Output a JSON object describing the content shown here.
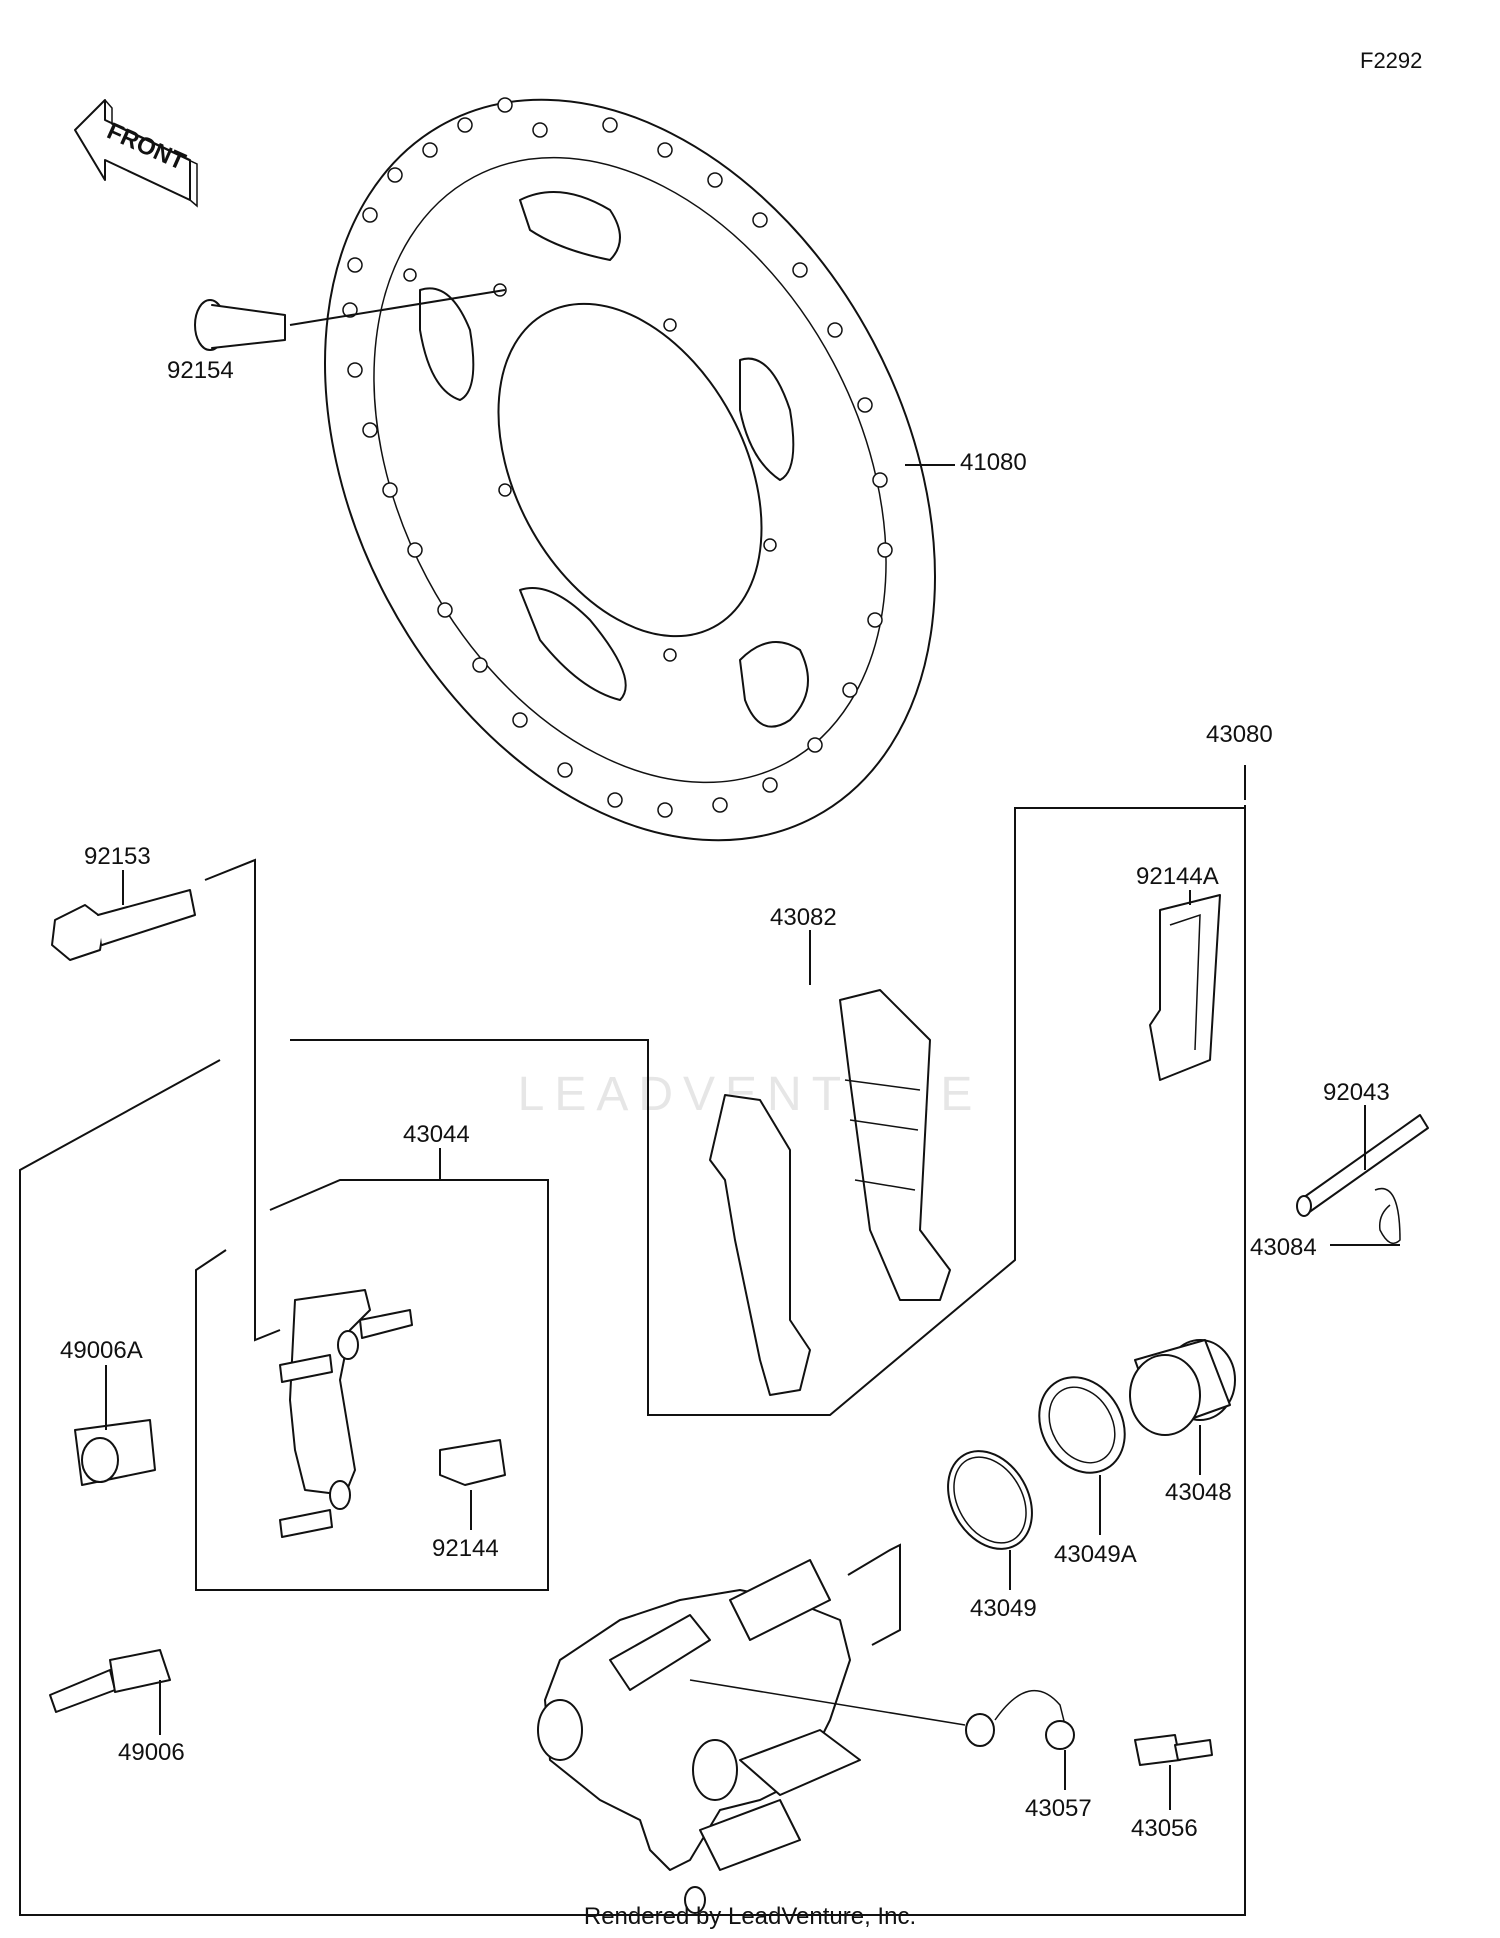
{
  "diagram_code": "F2292",
  "front_label": "FRONT",
  "watermark": "LEADVENTURE",
  "footer": "Rendered by LeadVenture, Inc.",
  "parts": [
    {
      "key": "p92154",
      "label": "92154"
    },
    {
      "key": "p41080",
      "label": "41080"
    },
    {
      "key": "p43080",
      "label": "43080"
    },
    {
      "key": "p92144A",
      "label": "92144A"
    },
    {
      "key": "p43082",
      "label": "43082"
    },
    {
      "key": "p92153",
      "label": "92153"
    },
    {
      "key": "p92043",
      "label": "92043"
    },
    {
      "key": "p43084",
      "label": "43084"
    },
    {
      "key": "p43044",
      "label": "43044"
    },
    {
      "key": "p49006A",
      "label": "49006A"
    },
    {
      "key": "p92144",
      "label": "92144"
    },
    {
      "key": "p43048",
      "label": "43048"
    },
    {
      "key": "p43049A",
      "label": "43049A"
    },
    {
      "key": "p43049",
      "label": "43049"
    },
    {
      "key": "p49006",
      "label": "49006"
    },
    {
      "key": "p43057",
      "label": "43057"
    },
    {
      "key": "p43056",
      "label": "43056"
    }
  ]
}
